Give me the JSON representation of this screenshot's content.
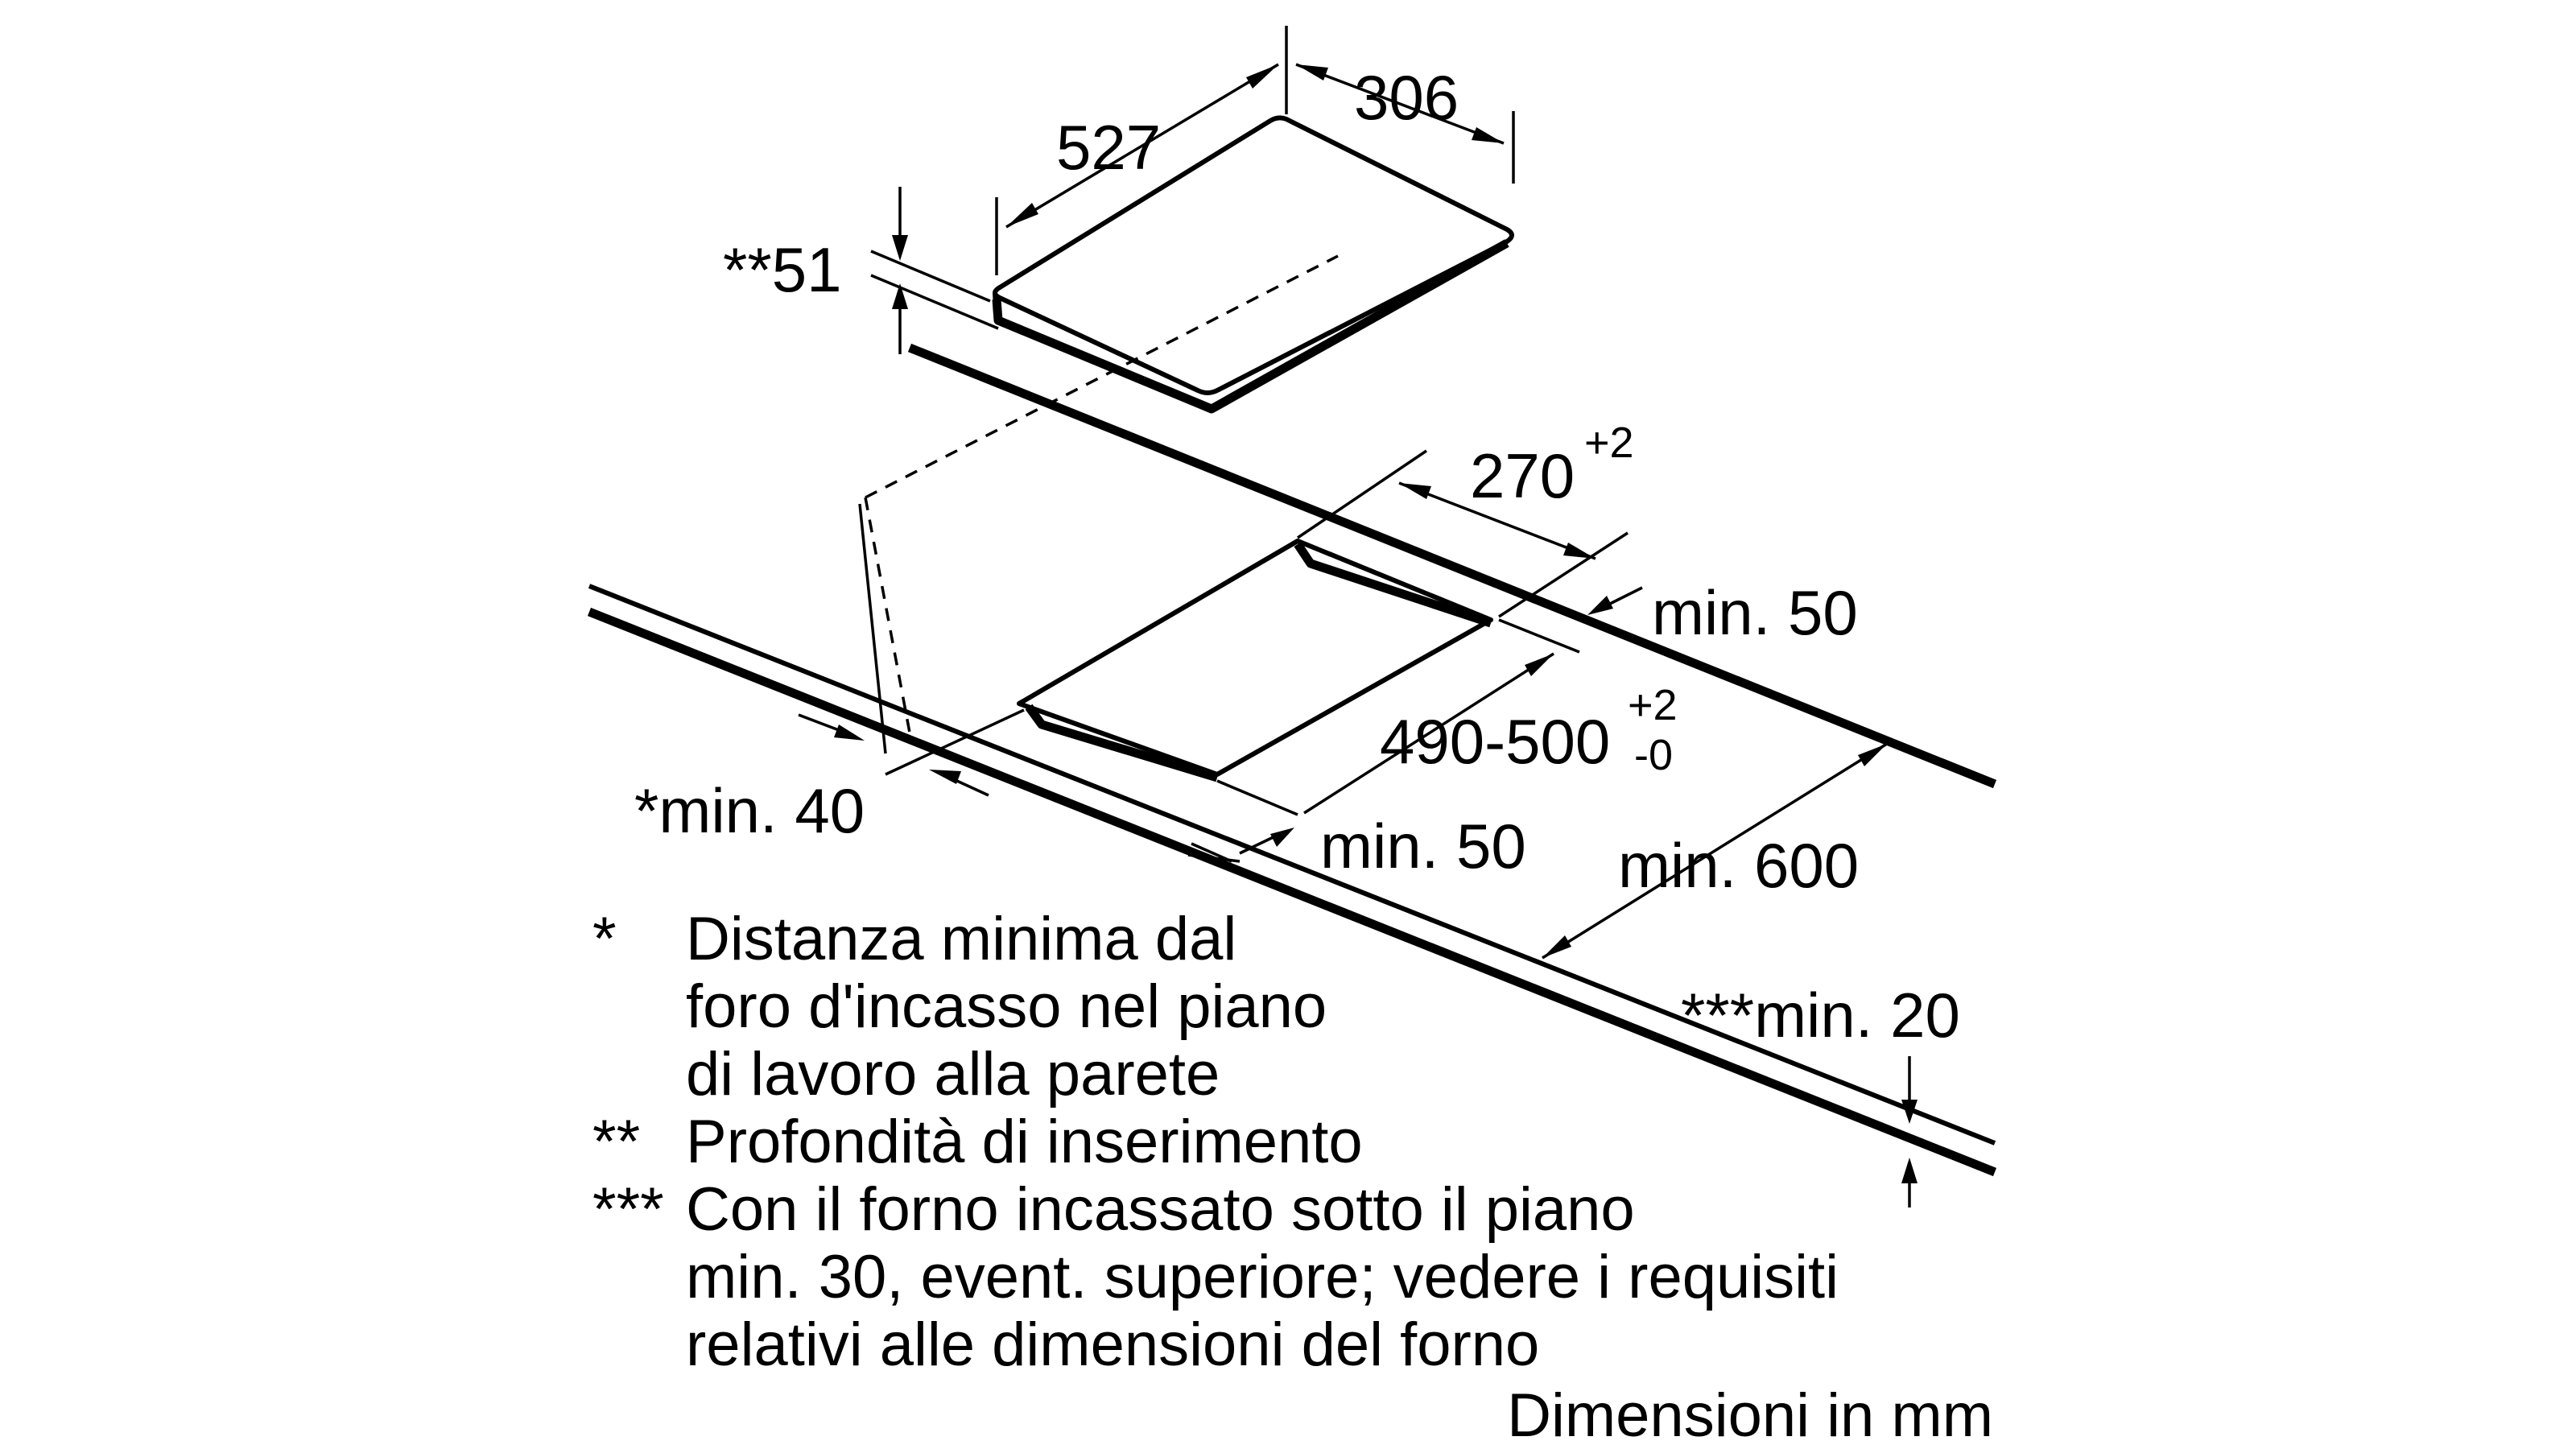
{
  "dimensions": {
    "hob_width": "306",
    "hob_depth": "527",
    "insertion_depth": "**51",
    "cutout_width": "270",
    "cutout_width_tol": "+2",
    "rear_clearance": "min. 50",
    "cutout_depth": "490-500",
    "cutout_depth_tol_upper": "+2",
    "cutout_depth_tol_lower": "-0",
    "front_clearance": "min. 50",
    "side_wall_clearance": "*min. 40",
    "counter_depth": "min. 600",
    "counter_thickness": "***min. 20"
  },
  "notes": [
    {
      "marker": "*",
      "lines": [
        "Distanza minima dal",
        "foro d'incasso nel piano",
        "di lavoro alla parete"
      ]
    },
    {
      "marker": "**",
      "lines": [
        "Profondità di inserimento"
      ]
    },
    {
      "marker": "***",
      "lines": [
        "Con il forno incassato sotto il piano",
        "min. 30, event. superiore; vedere i requisiti",
        "relativi alle dimensioni del forno"
      ]
    }
  ],
  "footer": "Dimensioni in mm"
}
